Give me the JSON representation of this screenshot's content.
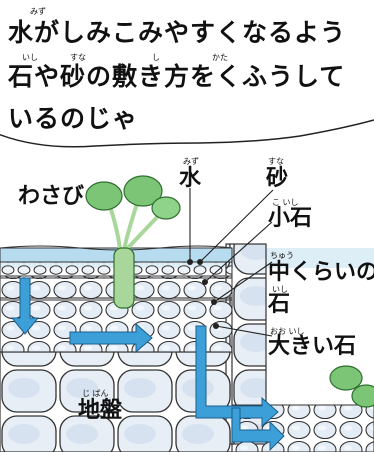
{
  "speech_bubble": {
    "line1": "水がしみこみやすくなるよう",
    "line2": "石や砂の敷き方をくふうして",
    "line3": "いるのじゃ",
    "ruby": {
      "mizu": "みず",
      "ishi": "いし",
      "suna": "すな",
      "shiki": "し",
      "kata": "かた"
    }
  },
  "diagram_labels": {
    "wasabi": "わさび",
    "water": "水",
    "water_ruby": "みず",
    "sand": "砂",
    "sand_ruby": "すな",
    "small_stone": "小石",
    "small_stone_ruby": "こ  いし",
    "medium_line1": "中くらいの",
    "medium_ruby": "ちゅう",
    "medium_line2": "石",
    "medium_line2_ruby": "いし",
    "large_stone": "大きい石",
    "large_stone_ruby": "おお    いし",
    "bedrock": "地盤",
    "bedrock_ruby": "じ  ばん"
  },
  "colors": {
    "water_arrow": "#3d9fd8",
    "water_layer": "#b8dcef",
    "leaf": "#7cc576",
    "leaf_dark": "#3f8f3f",
    "stem": "#a9d79b",
    "stone_fill": "#e7eef6",
    "stone_shade": "#c9d9ea"
  }
}
